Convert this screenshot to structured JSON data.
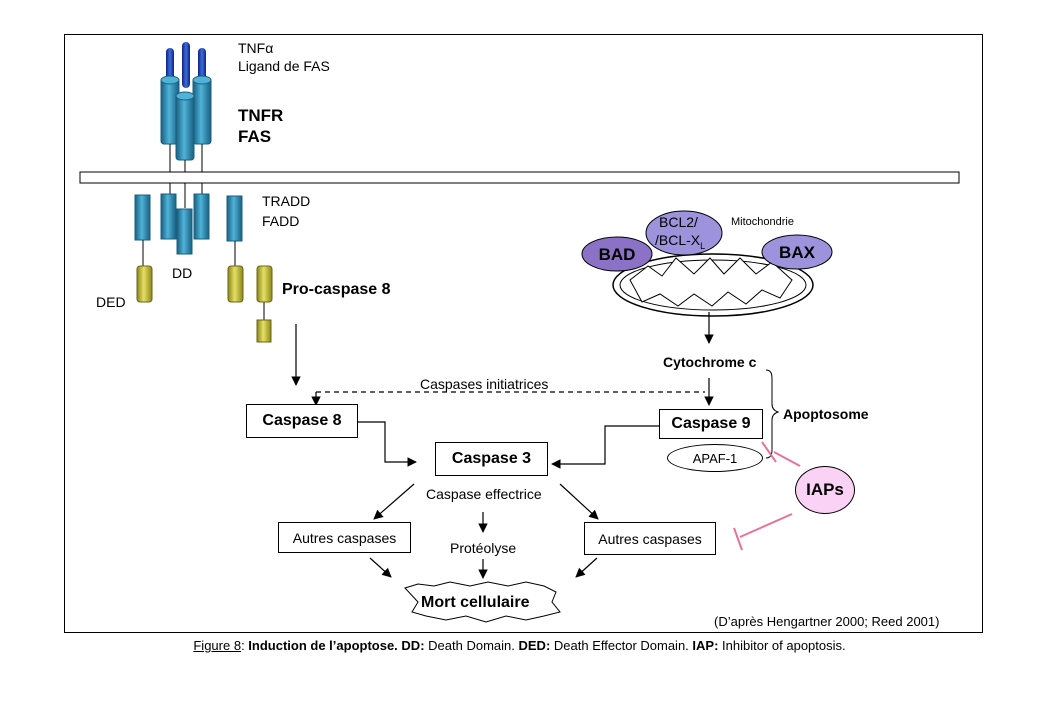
{
  "ligand": {
    "tnf": "TNFα",
    "fas_ligand": "Ligand de FAS"
  },
  "receptor": {
    "tnfr": "TNFR",
    "fas": "FAS"
  },
  "adaptors": {
    "tradd": "TRADD",
    "fadd": "FADD"
  },
  "domains": {
    "dd": "DD",
    "ded": "DED"
  },
  "pro_caspase": "Pro-caspase 8",
  "mitochondria": {
    "label": "Mitochondrie",
    "bcl2_line1": "BCL2/",
    "bcl2_line2": "/BCL-X",
    "bcl2_sub": "L",
    "bad": "BAD",
    "bax": "BAX",
    "bad_color": "#8c72c6",
    "bcl2_color": "#9c93dc",
    "bax_color": "#9c93dc"
  },
  "cytochrome": "Cytochrome c",
  "caspases_initiatrices": "Caspases initiatrices",
  "caspase8": "Caspase 8",
  "caspase9": "Caspase 9",
  "caspase3": "Caspase 3",
  "apaf": "APAF-1",
  "apoptosome": "Apoptosome",
  "iaps": "IAPs",
  "iaps_color": "#fad2f5",
  "inhibit_color": "#e8739a",
  "caspase_effectrice": "Caspase effectrice",
  "autres_caspases": "Autres caspases",
  "proteolyse": "Protéolyse",
  "mort": "Mort cellulaire",
  "source": "(D’après Hengartner 2000; Reed 2001)",
  "caption": {
    "figure": "Figure 8",
    "colon": ": ",
    "title": "Induction de l’apoptose.",
    "dd_key": "DD:",
    "dd_text": "Death Domain.",
    "ded_key": "DED:",
    "ded_text": "Death Effector Domain.",
    "iap_key": "IAP:",
    "iap_text": "Inhibitor of apoptosis."
  },
  "colors": {
    "receptor": "#2a8fb5",
    "receptor_dark": "#1a5f80",
    "ligand": "#1b3fa8",
    "ded": "#d6cf3a"
  }
}
